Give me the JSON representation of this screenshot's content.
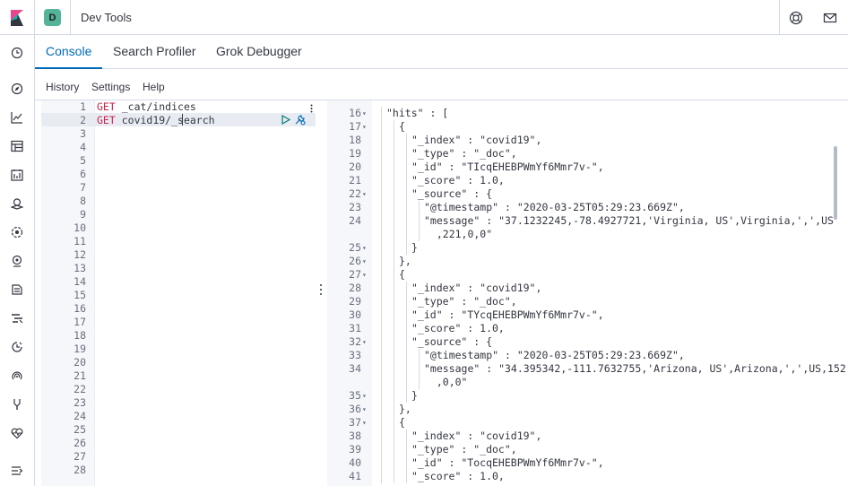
{
  "header": {
    "space_initial": "D",
    "app_title": "Dev Tools",
    "logo_icon": "kibana-logo-icon",
    "help_icon": "help-icon",
    "mail_icon": "newsfeed-icon",
    "accent": "#006bb4",
    "space_color": "#54b399"
  },
  "nav": [
    "recently-viewed-icon",
    "discover-icon",
    "visualize-icon",
    "dashboard-icon",
    "canvas-icon",
    "maps-icon",
    "machine-learning-icon",
    "infrastructure-icon",
    "logs-icon",
    "apm-icon",
    "uptime-icon",
    "siem-icon",
    "dev-tools-icon",
    "stack-monitoring-icon",
    "collapse-menu-icon"
  ],
  "tabs": [
    {
      "label": "Console",
      "active": true
    },
    {
      "label": "Search Profiler",
      "active": false
    },
    {
      "label": "Grok Debugger",
      "active": false
    }
  ],
  "submenu": [
    "History",
    "Settings",
    "Help"
  ],
  "editor": {
    "lines": [
      {
        "method": "GET",
        "path": "_cat/indices"
      },
      {
        "method": "GET",
        "path": "covid19/_search"
      }
    ],
    "line_count": 28,
    "actions": [
      "send-request-icon",
      "wrench-icon"
    ]
  },
  "output": {
    "rows": [
      {
        "n": "16",
        "fold": true,
        "indent": 1,
        "text": "\"hits\" : ["
      },
      {
        "n": "17",
        "fold": true,
        "indent": 2,
        "text": "{"
      },
      {
        "n": "18",
        "fold": false,
        "indent": 3,
        "text": "\"_index\" : \"covid19\","
      },
      {
        "n": "19",
        "fold": false,
        "indent": 3,
        "text": "\"_type\" : \"_doc\","
      },
      {
        "n": "20",
        "fold": false,
        "indent": 3,
        "text": "\"_id\" : \"TIcqEHEBPWmYf6Mmr7v-\","
      },
      {
        "n": "21",
        "fold": false,
        "indent": 3,
        "text": "\"_score\" : 1.0,"
      },
      {
        "n": "22",
        "fold": true,
        "indent": 3,
        "text": "\"_source\" : {"
      },
      {
        "n": "23",
        "fold": false,
        "indent": 4,
        "text": "\"@timestamp\" : \"2020-03-25T05:29:23.669Z\","
      },
      {
        "n": "24",
        "fold": false,
        "indent": 4,
        "text": "\"message\" : \"37.1232245,-78.4927721,'Virginia, US',Virginia,',',US"
      },
      {
        "n": "",
        "fold": false,
        "indent": 4,
        "text": "  ,221,0,0\""
      },
      {
        "n": "25",
        "fold": true,
        "indent": 3,
        "text": "}"
      },
      {
        "n": "26",
        "fold": true,
        "indent": 2,
        "text": "},"
      },
      {
        "n": "27",
        "fold": true,
        "indent": 2,
        "text": "{"
      },
      {
        "n": "28",
        "fold": false,
        "indent": 3,
        "text": "\"_index\" : \"covid19\","
      },
      {
        "n": "29",
        "fold": false,
        "indent": 3,
        "text": "\"_type\" : \"_doc\","
      },
      {
        "n": "30",
        "fold": false,
        "indent": 3,
        "text": "\"_id\" : \"TYcqEHEBPWmYf6Mmr7v-\","
      },
      {
        "n": "31",
        "fold": false,
        "indent": 3,
        "text": "\"_score\" : 1.0,"
      },
      {
        "n": "32",
        "fold": true,
        "indent": 3,
        "text": "\"_source\" : {"
      },
      {
        "n": "33",
        "fold": false,
        "indent": 4,
        "text": "\"@timestamp\" : \"2020-03-25T05:29:23.669Z\","
      },
      {
        "n": "34",
        "fold": false,
        "indent": 4,
        "text": "\"message\" : \"34.395342,-111.7632755,'Arizona, US',Arizona,',',US,152"
      },
      {
        "n": "",
        "fold": false,
        "indent": 4,
        "text": "  ,0,0\""
      },
      {
        "n": "35",
        "fold": true,
        "indent": 3,
        "text": "}"
      },
      {
        "n": "36",
        "fold": true,
        "indent": 2,
        "text": "},"
      },
      {
        "n": "37",
        "fold": true,
        "indent": 2,
        "text": "{"
      },
      {
        "n": "38",
        "fold": false,
        "indent": 3,
        "text": "\"_index\" : \"covid19\","
      },
      {
        "n": "39",
        "fold": false,
        "indent": 3,
        "text": "\"_type\" : \"_doc\","
      },
      {
        "n": "40",
        "fold": false,
        "indent": 3,
        "text": "\"_id\" : \"TocqEHEBPWmYf6Mmr7v-\","
      },
      {
        "n": "41",
        "fold": false,
        "indent": 3,
        "text": "\"_score\" : 1.0,"
      }
    ]
  }
}
